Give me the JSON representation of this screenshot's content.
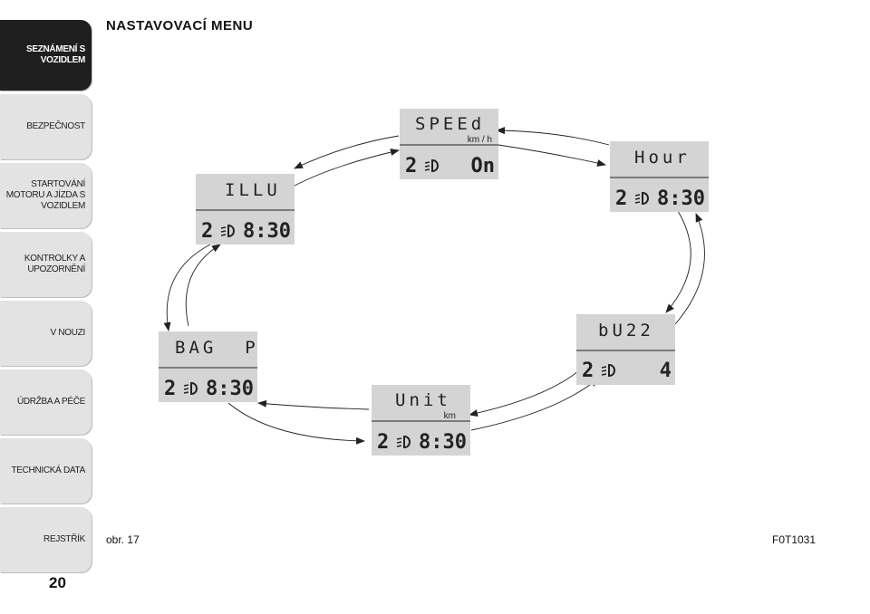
{
  "sidebar": {
    "tabs": [
      {
        "label": "SEZNÁMENÍ S\nVOZIDLEM"
      },
      {
        "label": "BEZPEČNOST"
      },
      {
        "label": "STARTOVÁNÍ\nMOTORU A JÍZDA S\nVOZIDLEM"
      },
      {
        "label": "KONTROLKY A\nUPOZORNĚNÍ"
      },
      {
        "label": "V NOUZI"
      },
      {
        "label": "ÚDRŽBA A PÉČE"
      },
      {
        "label": "TECHNICKÁ DATA"
      },
      {
        "label": "REJSTŘÍK"
      }
    ],
    "active_index": 0
  },
  "page": {
    "title": "NASTAVOVACÍ MENU",
    "number": "20",
    "figure_label": "obr. 17",
    "figure_code": "F0T1031"
  },
  "menu_displays": [
    {
      "top": "SPEEd",
      "unit": "km / h",
      "bottom_left": "2",
      "bottom_right": "On"
    },
    {
      "top": "Hour",
      "unit": "",
      "bottom_left": "2",
      "bottom_right": "8:30"
    },
    {
      "top": "bU22",
      "unit": "",
      "bottom_left": "2",
      "bottom_right": "4"
    },
    {
      "top": "Unit",
      "unit": "km",
      "bottom_left": "2",
      "bottom_right": "8:30"
    },
    {
      "top": "BAG  P",
      "unit": "",
      "bottom_left": "2",
      "bottom_right": "8:30"
    },
    {
      "top": "ILLU",
      "unit": "",
      "bottom_left": "2",
      "bottom_right": "8:30"
    }
  ],
  "colors": {
    "lcd_background": "#d4d4d4",
    "tab_background": "#e3e3e3",
    "active_tab": "#1f1f1f"
  }
}
